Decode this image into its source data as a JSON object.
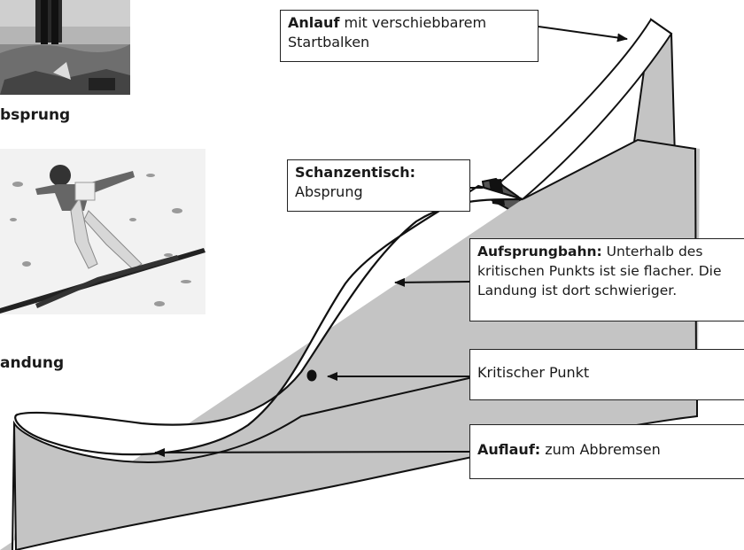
{
  "photos": [
    {
      "caption": "bsprung"
    },
    {
      "caption": "andung"
    }
  ],
  "labels": {
    "anlauf": {
      "bold": "Anlauf",
      "text": " mit verschiebbarem Startbalken"
    },
    "schanzentisch": {
      "bold": "Schanzentisch:",
      "text": "Absprung"
    },
    "aufsprungbahn": {
      "bold": "Aufsprungbahn:",
      "text": " Unterhalb des kritischen Punkts ist sie flacher. Die Landung ist dort schwieriger."
    },
    "kritischer_punkt": {
      "text": "Kritischer Punkt"
    },
    "auflauf": {
      "bold": "Auflauf:",
      "text": " zum Abbremsen"
    }
  },
  "colors": {
    "slope_fill": "#c4c4c4",
    "outline": "#111111",
    "track": "#ffffff"
  }
}
